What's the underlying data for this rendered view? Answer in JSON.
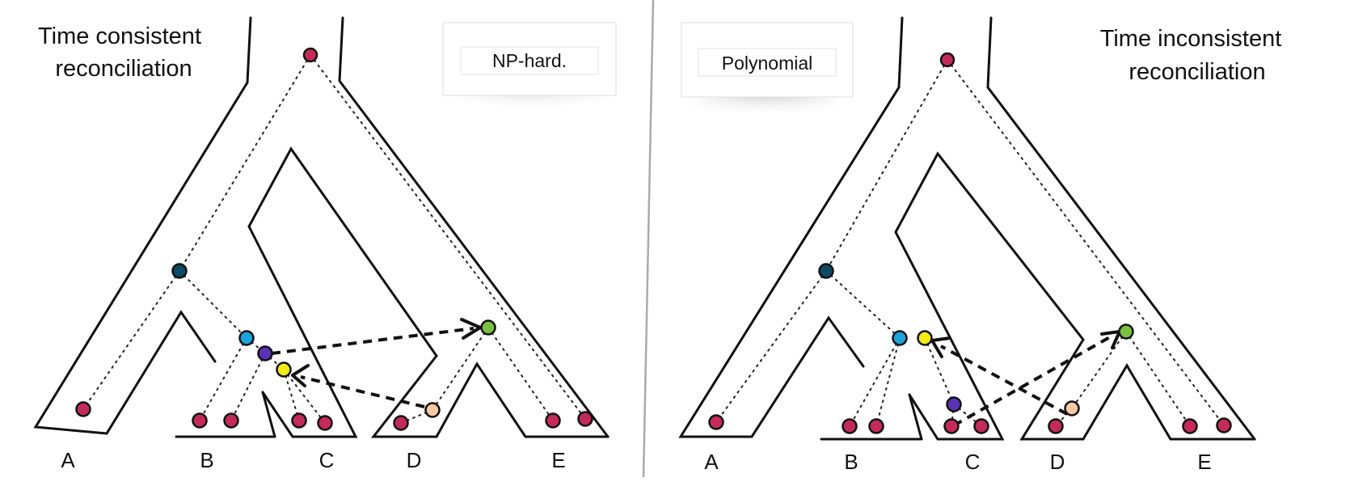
{
  "left_panel": {
    "title_line1": "Time consistent",
    "title_line2": "reconciliation",
    "complexity_label": "NP-hard.",
    "leaf_labels": [
      "A",
      "B",
      "C",
      "D",
      "E"
    ]
  },
  "right_panel": {
    "title_line1": "Time inconsistent",
    "title_line2": "reconciliation",
    "complexity_label": "Polynomial",
    "leaf_labels": [
      "A",
      "B",
      "C",
      "D",
      "E"
    ]
  },
  "node_colors": {
    "root": "#c42a5a",
    "leaf": "#c42a5a",
    "dark_teal": "#0c4a66",
    "light_blue": "#1fa3dc",
    "purple": "#5a32b8",
    "yellow": "#f2ec14",
    "green": "#7bc043",
    "peach": "#f8c7a4"
  }
}
